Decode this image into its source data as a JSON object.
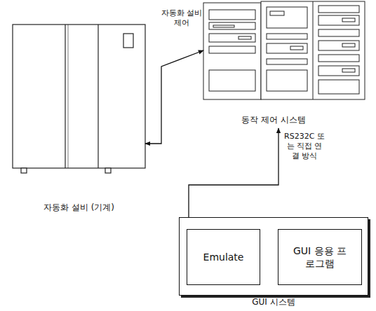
{
  "diagram": {
    "nodes": [
      {
        "text": [
          "자동화 설비 (기계)"
        ]
      },
      {
        "text": [
          "동작 제어 시스템"
        ]
      },
      {
        "text": [
          "GUI 시스템"
        ]
      },
      {
        "text": [
          "Emulate"
        ],
        "in": 2
      },
      {
        "text": [
          "GUI 응용 프로그램"
        ],
        "in": 2
      }
    ],
    "edges": [
      {
        "from": 0,
        "to": 1,
        "arrow": "both",
        "label": "자동화 설비 제어"
      },
      {
        "from": 1,
        "to": 3,
        "arrow": "both",
        "label": "RS232C 또는 직접 연결 방식"
      },
      {
        "from": 3,
        "to": 4,
        "arrow": "both"
      }
    ]
  }
}
